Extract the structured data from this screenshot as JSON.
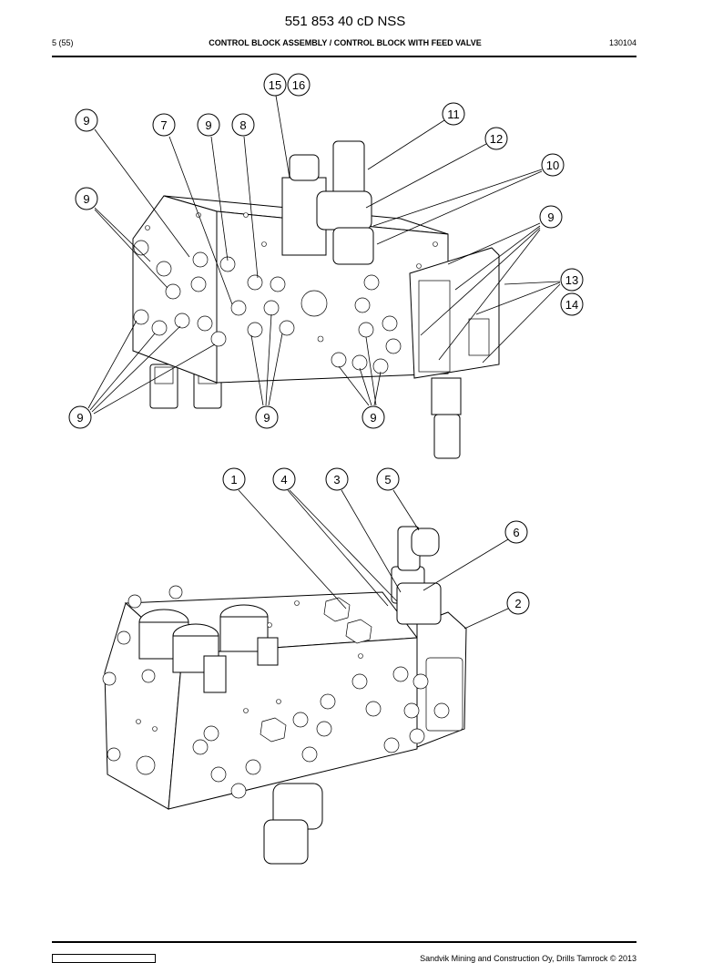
{
  "header": {
    "doc_number": "551 853 40 cD NSS",
    "page_count": "5 (55)",
    "section_title": "CONTROL BLOCK ASSEMBLY / CONTROL BLOCK WITH FEED VALVE",
    "date_code": "130104"
  },
  "footer": {
    "copyright": "Sandvik Mining and Construction Oy, Drills Tamrock © 2013"
  },
  "callouts_top": [
    "15",
    "16",
    "9",
    "7",
    "9",
    "8",
    "11",
    "12",
    "10",
    "9",
    "9",
    "13",
    "14",
    "9",
    "9",
    "9"
  ],
  "callouts_bottom": [
    "1",
    "4",
    "3",
    "5",
    "6",
    "2"
  ]
}
